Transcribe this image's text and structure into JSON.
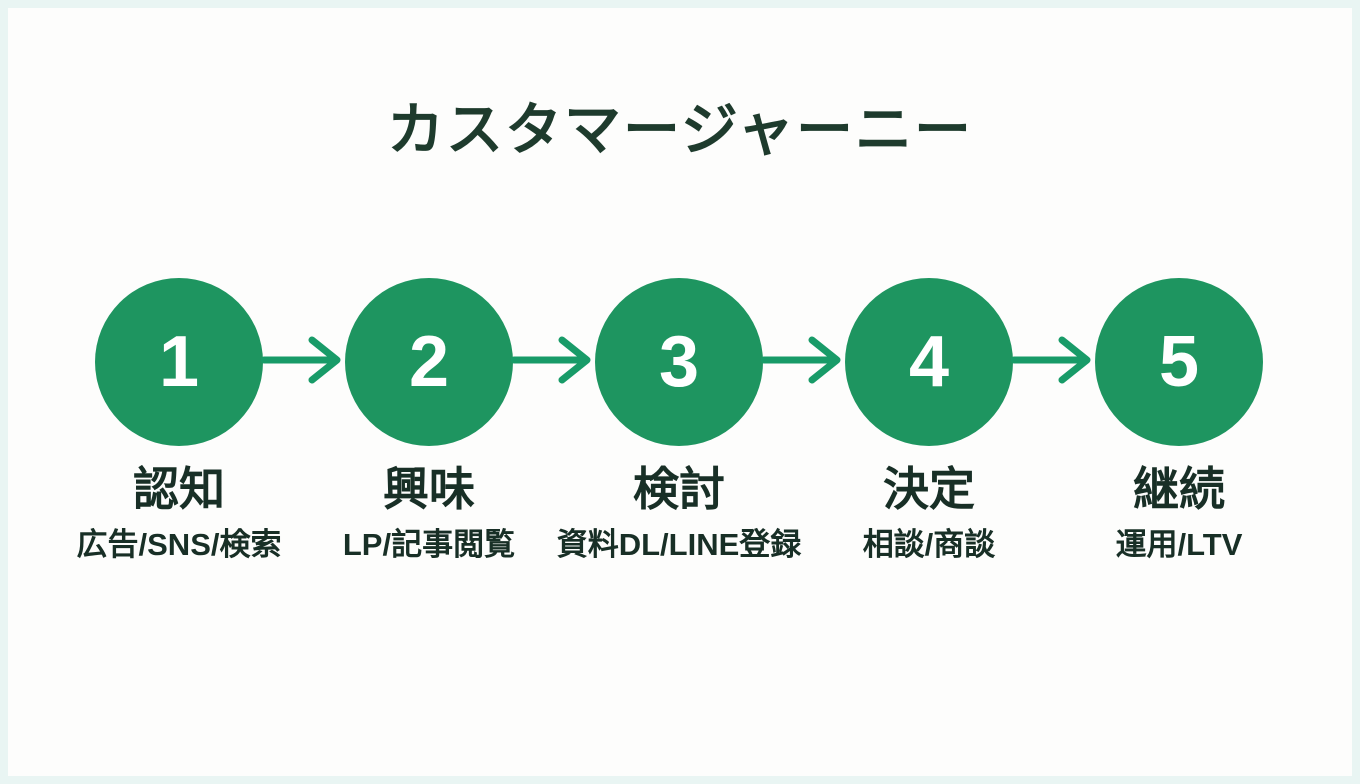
{
  "title": "カスタマージャーニー",
  "colors": {
    "frame": "#e9f5f3",
    "canvas": "#fdfdfc",
    "circle": "#1e9560",
    "arrow": "#189b68",
    "title_text": "#1e3b2d",
    "label_text": "#182f26",
    "number_text": "#ffffff"
  },
  "steps": [
    {
      "number": "1",
      "label": "認知",
      "sublabel": "広告/SNS/検索"
    },
    {
      "number": "2",
      "label": "興味",
      "sublabel": "LP/記事閲覧"
    },
    {
      "number": "3",
      "label": "検討",
      "sublabel": "資料DL/LINE登録"
    },
    {
      "number": "4",
      "label": "決定",
      "sublabel": "相談/商談"
    },
    {
      "number": "5",
      "label": "継続",
      "sublabel": "運用/LTV"
    }
  ]
}
